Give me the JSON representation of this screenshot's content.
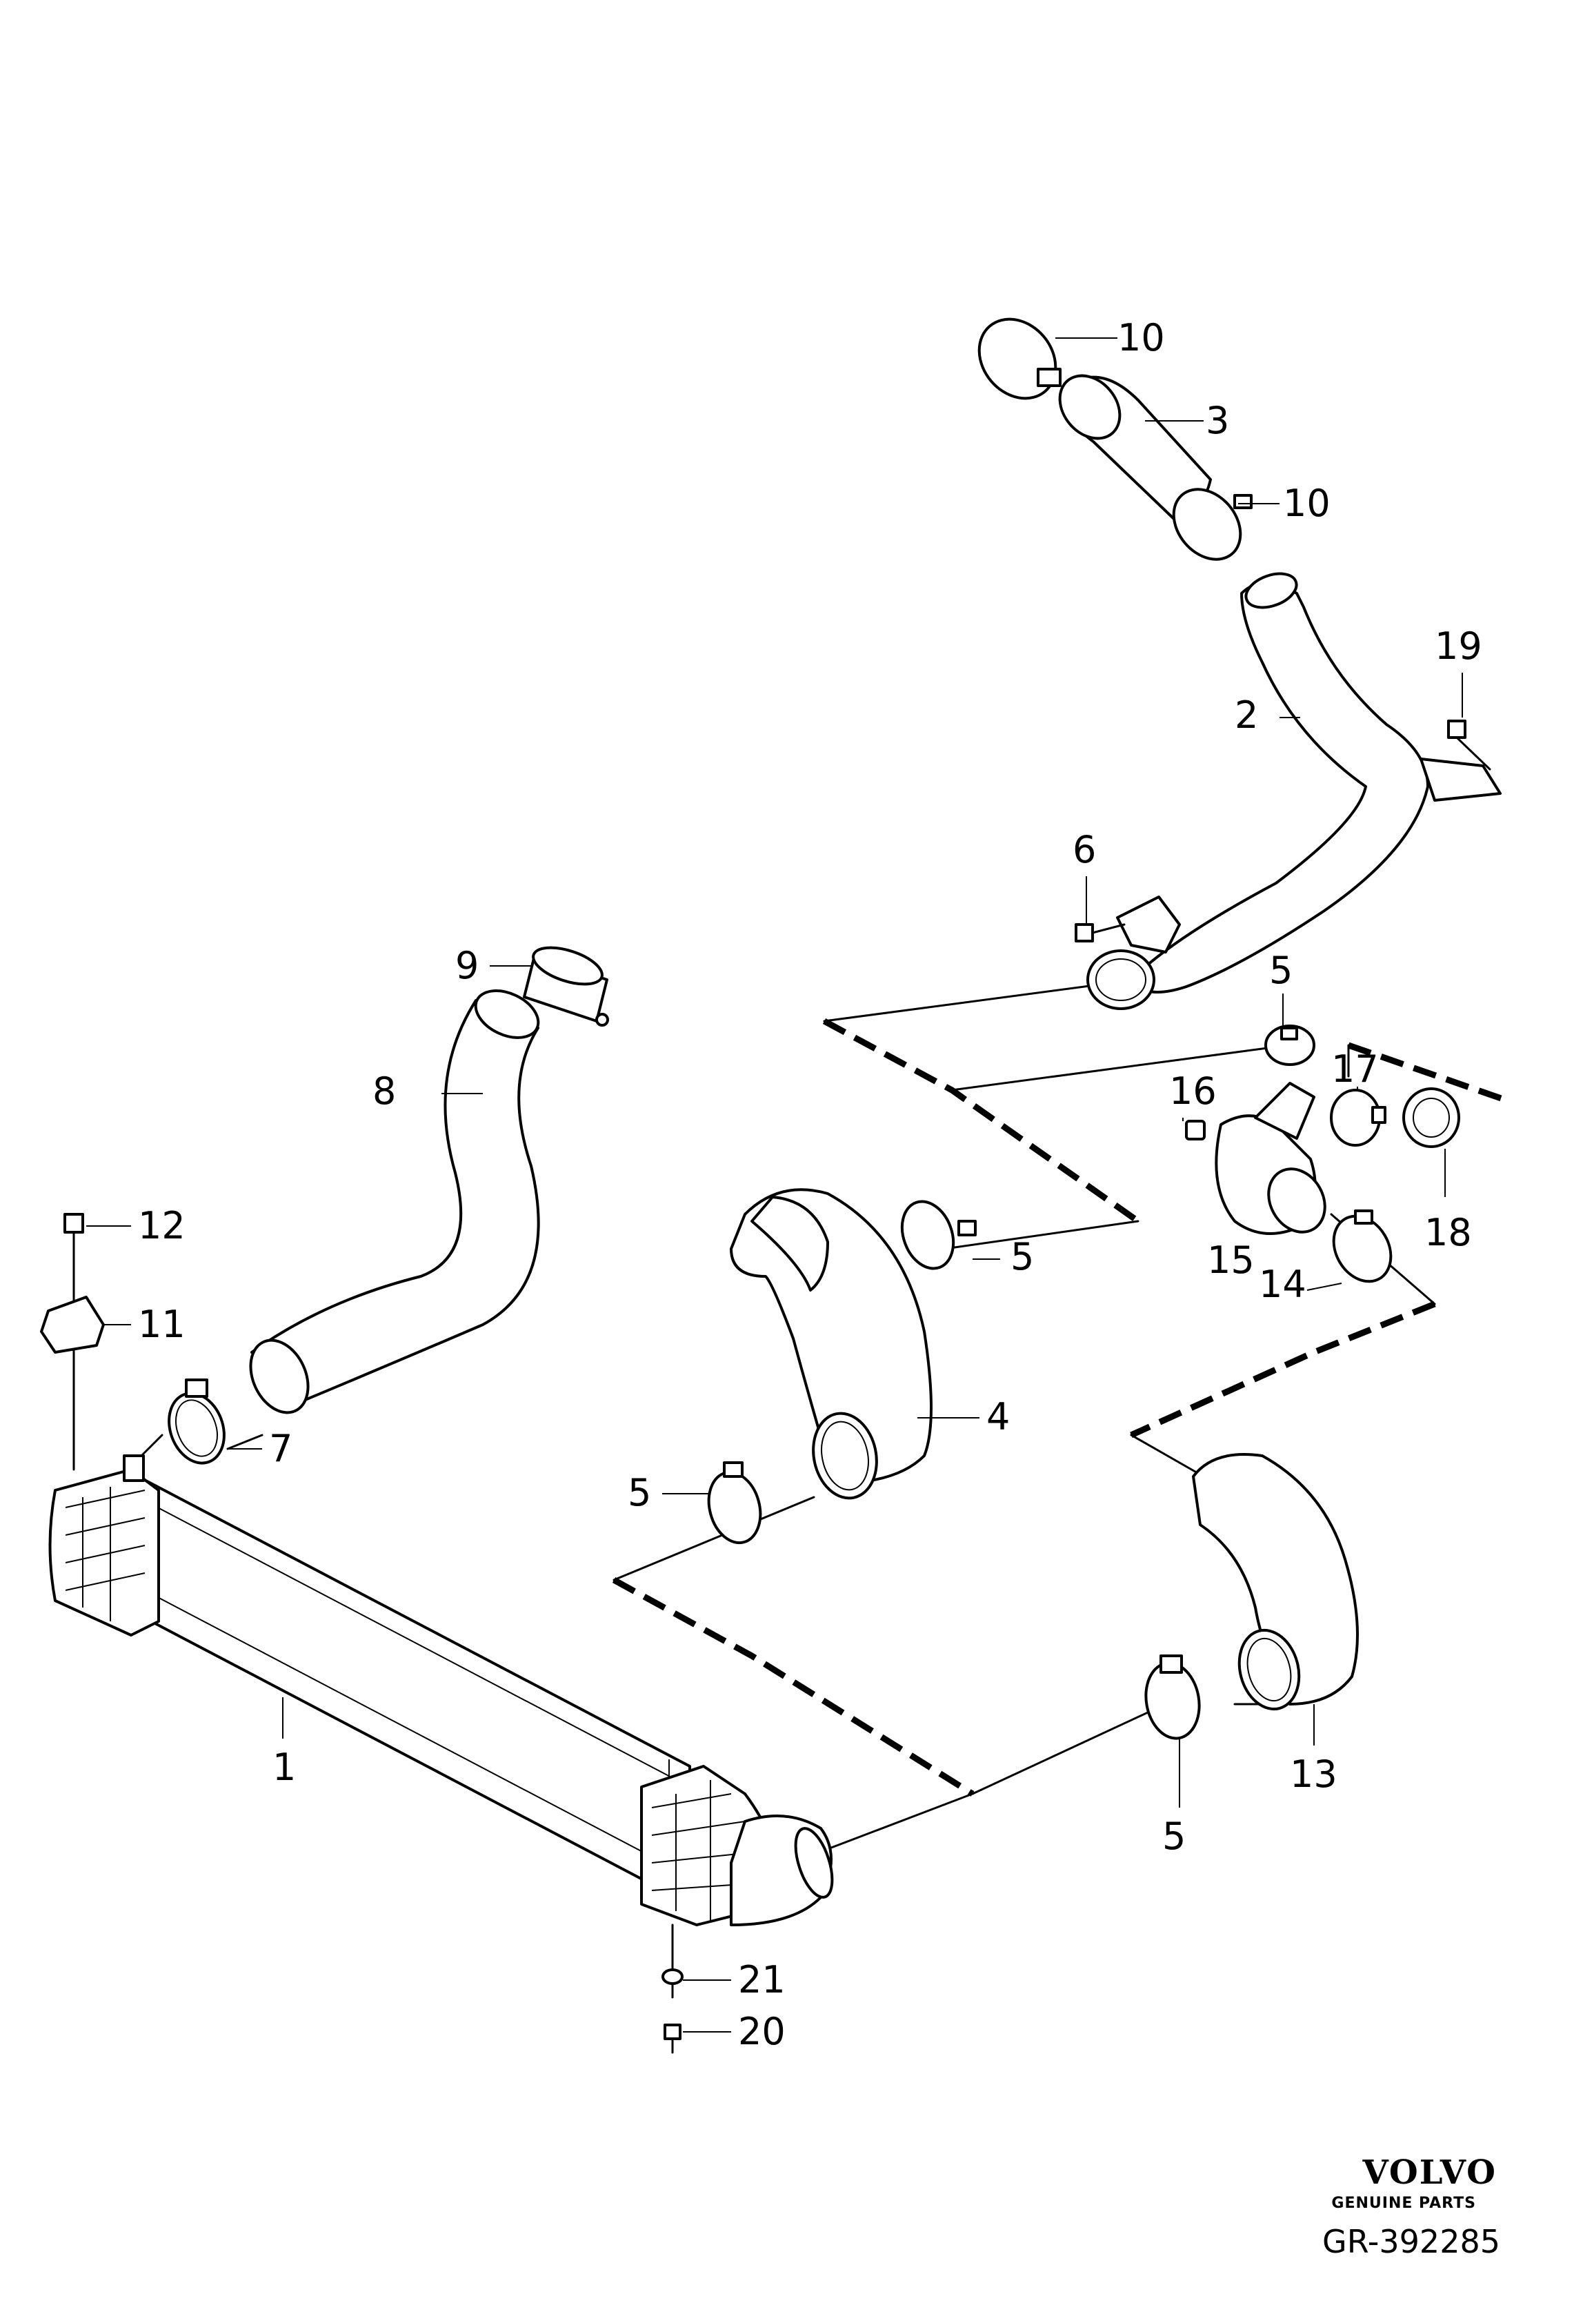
{
  "diagram": {
    "callouts": {
      "c1": "1",
      "c2": "2",
      "c3": "3",
      "c4": "4",
      "c5a": "5",
      "c5b": "5",
      "c5c": "5",
      "c5d": "5",
      "c6": "6",
      "c7": "7",
      "c8": "8",
      "c9": "9",
      "c10a": "10",
      "c10b": "10",
      "c11": "11",
      "c12": "12",
      "c13": "13",
      "c14": "14",
      "c15": "15",
      "c16": "16",
      "c17": "17",
      "c18": "18",
      "c19": "19",
      "c20": "20",
      "c21": "21"
    }
  },
  "footer": {
    "brand": "VOLVO",
    "tagline": "GENUINE PARTS",
    "reference": "GR-392285"
  }
}
